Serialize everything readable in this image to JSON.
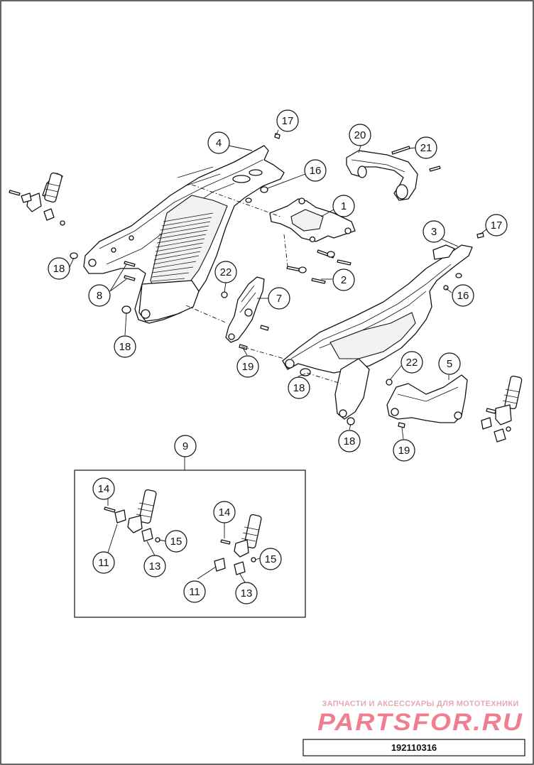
{
  "diagram": {
    "callouts": [
      {
        "id": "c1",
        "label": "1"
      },
      {
        "id": "c2",
        "label": "2"
      },
      {
        "id": "c3",
        "label": "3"
      },
      {
        "id": "c4",
        "label": "4"
      },
      {
        "id": "c5",
        "label": "5"
      },
      {
        "id": "c7",
        "label": "7"
      },
      {
        "id": "c8",
        "label": "8"
      },
      {
        "id": "c9",
        "label": "9"
      },
      {
        "id": "c11a",
        "label": "11"
      },
      {
        "id": "c11b",
        "label": "11"
      },
      {
        "id": "c13a",
        "label": "13"
      },
      {
        "id": "c13b",
        "label": "13"
      },
      {
        "id": "c14a",
        "label": "14"
      },
      {
        "id": "c14b",
        "label": "14"
      },
      {
        "id": "c15a",
        "label": "15"
      },
      {
        "id": "c15b",
        "label": "15"
      },
      {
        "id": "c16a",
        "label": "16"
      },
      {
        "id": "c16b",
        "label": "16"
      },
      {
        "id": "c17a",
        "label": "17"
      },
      {
        "id": "c17b",
        "label": "17"
      },
      {
        "id": "c18a",
        "label": "18"
      },
      {
        "id": "c18b",
        "label": "18"
      },
      {
        "id": "c18c",
        "label": "18"
      },
      {
        "id": "c18d",
        "label": "18"
      },
      {
        "id": "c19a",
        "label": "19"
      },
      {
        "id": "c19b",
        "label": "19"
      },
      {
        "id": "c20",
        "label": "20"
      },
      {
        "id": "c21",
        "label": "21"
      },
      {
        "id": "c22a",
        "label": "22"
      },
      {
        "id": "c22b",
        "label": "22"
      }
    ],
    "drawing_number": "192110316"
  },
  "watermark": {
    "subtitle": "ЗАПЧАСТИ И АКСЕССУАРЫ ДЛЯ МОТОТЕХНИКИ",
    "brand": "PARTSFOR.RU"
  }
}
